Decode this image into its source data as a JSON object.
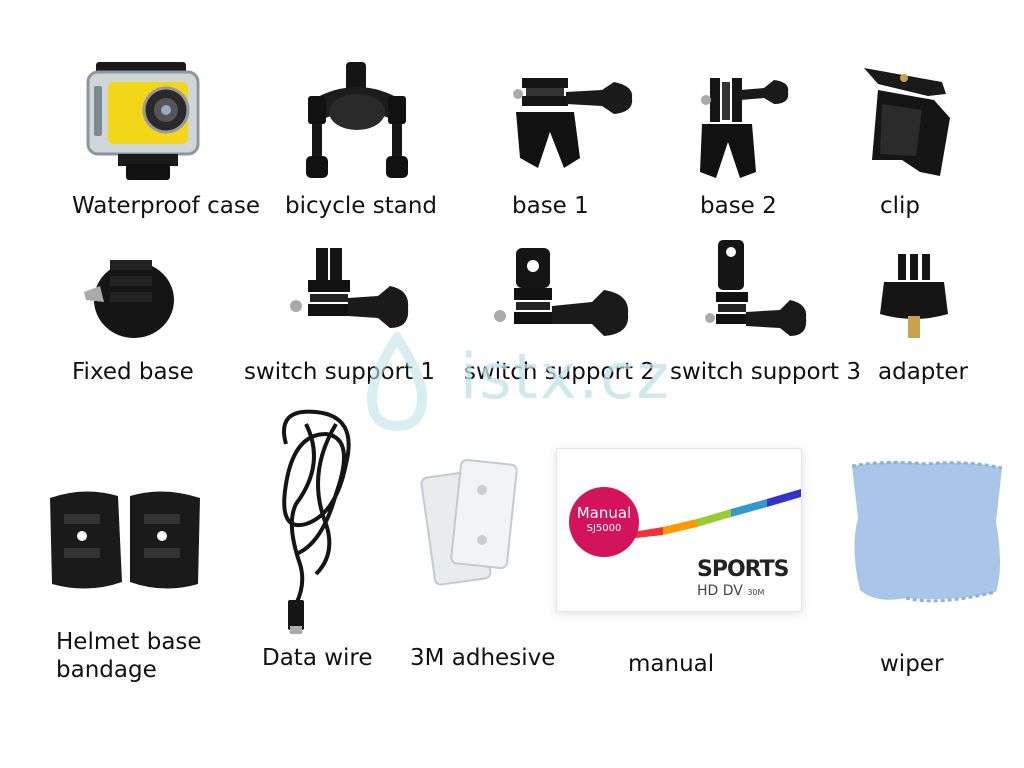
{
  "colors": {
    "background": "#ffffff",
    "accessory_black": "#151515",
    "camera_yellow": "#f2d61a",
    "cloth_blue": "#a9c5e8",
    "manual_magenta": "#d4145a",
    "watermark_teal": "#bfe3ea"
  },
  "items": {
    "waterproof_case": {
      "label": "Waterproof case",
      "icon": "waterproof-case-camera"
    },
    "bicycle_stand": {
      "label": "bicycle stand",
      "icon": "bicycle-stand-mount"
    },
    "base1": {
      "label": "base 1",
      "icon": "base-mount"
    },
    "base2": {
      "label": "base  2",
      "icon": "base-mount"
    },
    "clip": {
      "label": "clip",
      "icon": "clip-mount"
    },
    "fixed_base": {
      "label": "Fixed base",
      "icon": "fixed-base-mount"
    },
    "switch1": {
      "label": "switch support 1",
      "icon": "switch-support-arm"
    },
    "switch2": {
      "label": "switch support 2",
      "icon": "switch-support-arm"
    },
    "switch3": {
      "label": "switch support 3",
      "icon": "switch-support-arm"
    },
    "adapter": {
      "label": "adapter",
      "icon": "tripod-adapter"
    },
    "helmet": {
      "label_line1": "Helmet base",
      "label_line2": "bandage",
      "icon": "helmet-base-pads"
    },
    "data_wire": {
      "label": "Data wire",
      "icon": "usb-cable"
    },
    "adhesive": {
      "label": "3M adhesive",
      "icon": "adhesive-pads"
    },
    "manual": {
      "label": "manual",
      "icon": "manual-booklet",
      "badge_title": "Manual",
      "badge_model": "SJ5000",
      "brand_title": "SPORTS",
      "brand_sub": "HD DV",
      "brand_depth": "30M"
    },
    "wiper": {
      "label": "wiper",
      "icon": "cleaning-cloth"
    }
  },
  "watermark": {
    "text": "istx.cz"
  }
}
